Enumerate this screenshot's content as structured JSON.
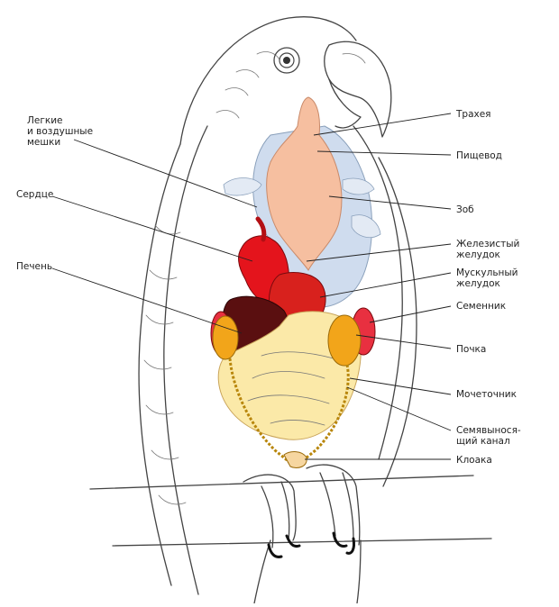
{
  "labels_left": {
    "lungs": [
      "Легкие",
      "и воздушные",
      "мешки"
    ],
    "heart": "Сердце",
    "liver": "Печень"
  },
  "labels_right": {
    "trachea": "Трахея",
    "esophagus": "Пищевод",
    "crop": "Зоб",
    "glandular_stomach": [
      "Железистый",
      "желудок"
    ],
    "muscular_stomach": [
      "Мускульный",
      "желудок"
    ],
    "testis": "Семенник",
    "kidney": "Почка",
    "ureter": "Мочеточник",
    "vas_deferens": [
      "Семявынося-",
      "щий канал"
    ],
    "cloaca": "Клоака"
  },
  "colors": {
    "air_sacs": "#cfdcee",
    "crop": "#f6bfa0",
    "heart": "#e4141c",
    "gizzard": "#d8211d",
    "liver": "#5a0f10",
    "testis": "#e83040",
    "kidney": "#f2a51a",
    "intestine": "#fbe9a8",
    "ureter": "#b8860b"
  }
}
